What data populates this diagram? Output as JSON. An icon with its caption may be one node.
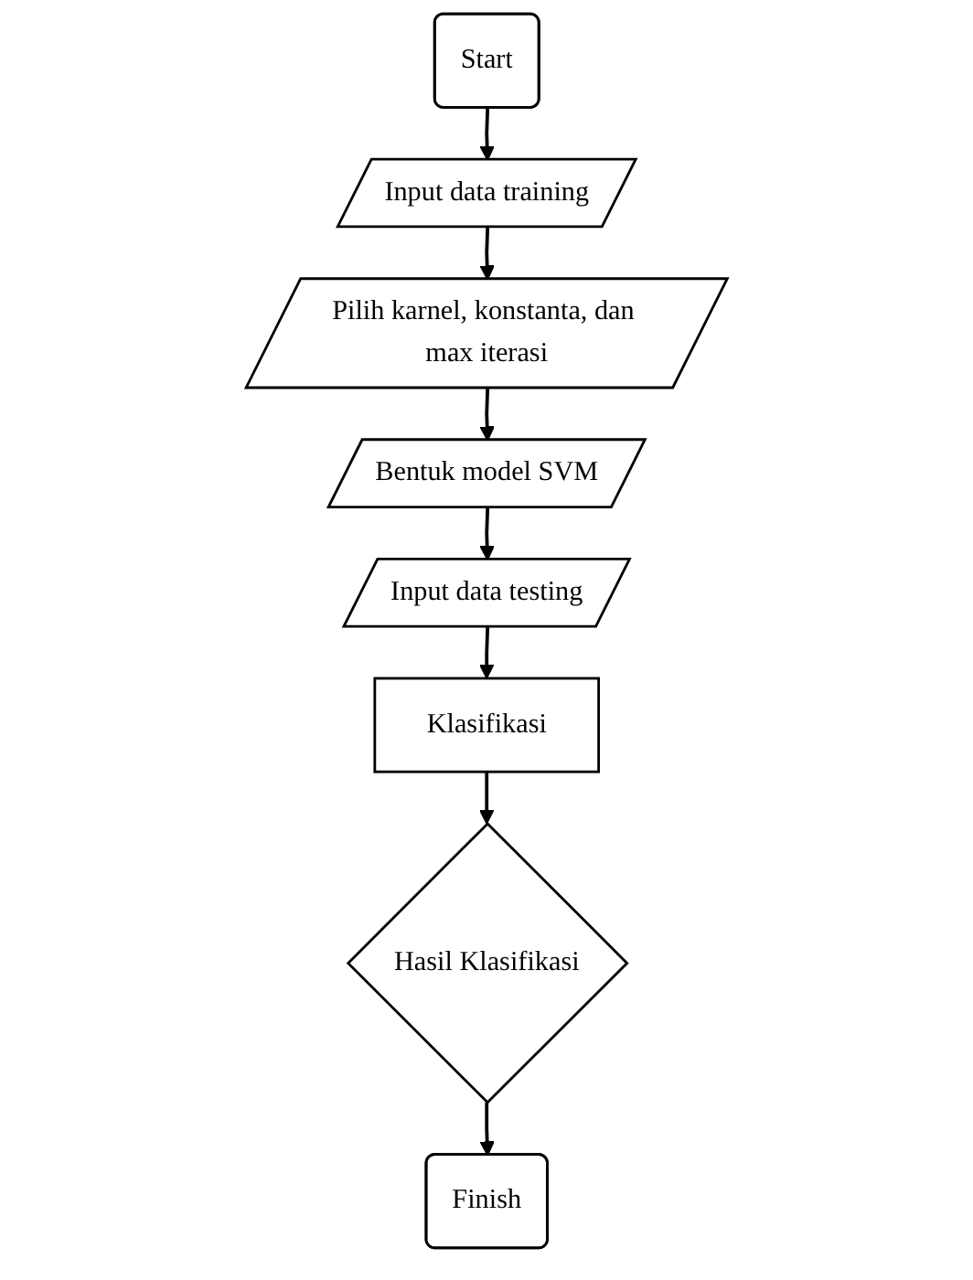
{
  "diagram": {
    "nodes": [
      {
        "text": [
          "Start"
        ]
      },
      {
        "text": [
          "Input data training"
        ]
      },
      {
        "text": [
          "Pilih karnel, konstanta, dan max iterasi"
        ]
      },
      {
        "text": [
          "Bentuk model SVM"
        ]
      },
      {
        "text": [
          "Input data testing"
        ]
      },
      {
        "text": [
          "Klasifikasi"
        ]
      },
      {
        "text": [
          "Hasil Klasifikasi"
        ]
      },
      {
        "text": [
          "Finish"
        ]
      }
    ],
    "edges": [
      {
        "from": 0,
        "to": 1,
        "arrow": "to"
      },
      {
        "from": 1,
        "to": 2,
        "arrow": "to"
      },
      {
        "from": 2,
        "to": 3,
        "arrow": "to"
      },
      {
        "from": 3,
        "to": 4,
        "arrow": "to"
      },
      {
        "from": 4,
        "to": 5,
        "arrow": "to"
      },
      {
        "from": 5,
        "to": 6,
        "arrow": "to"
      },
      {
        "from": 6,
        "to": 7,
        "arrow": "to"
      }
    ]
  }
}
